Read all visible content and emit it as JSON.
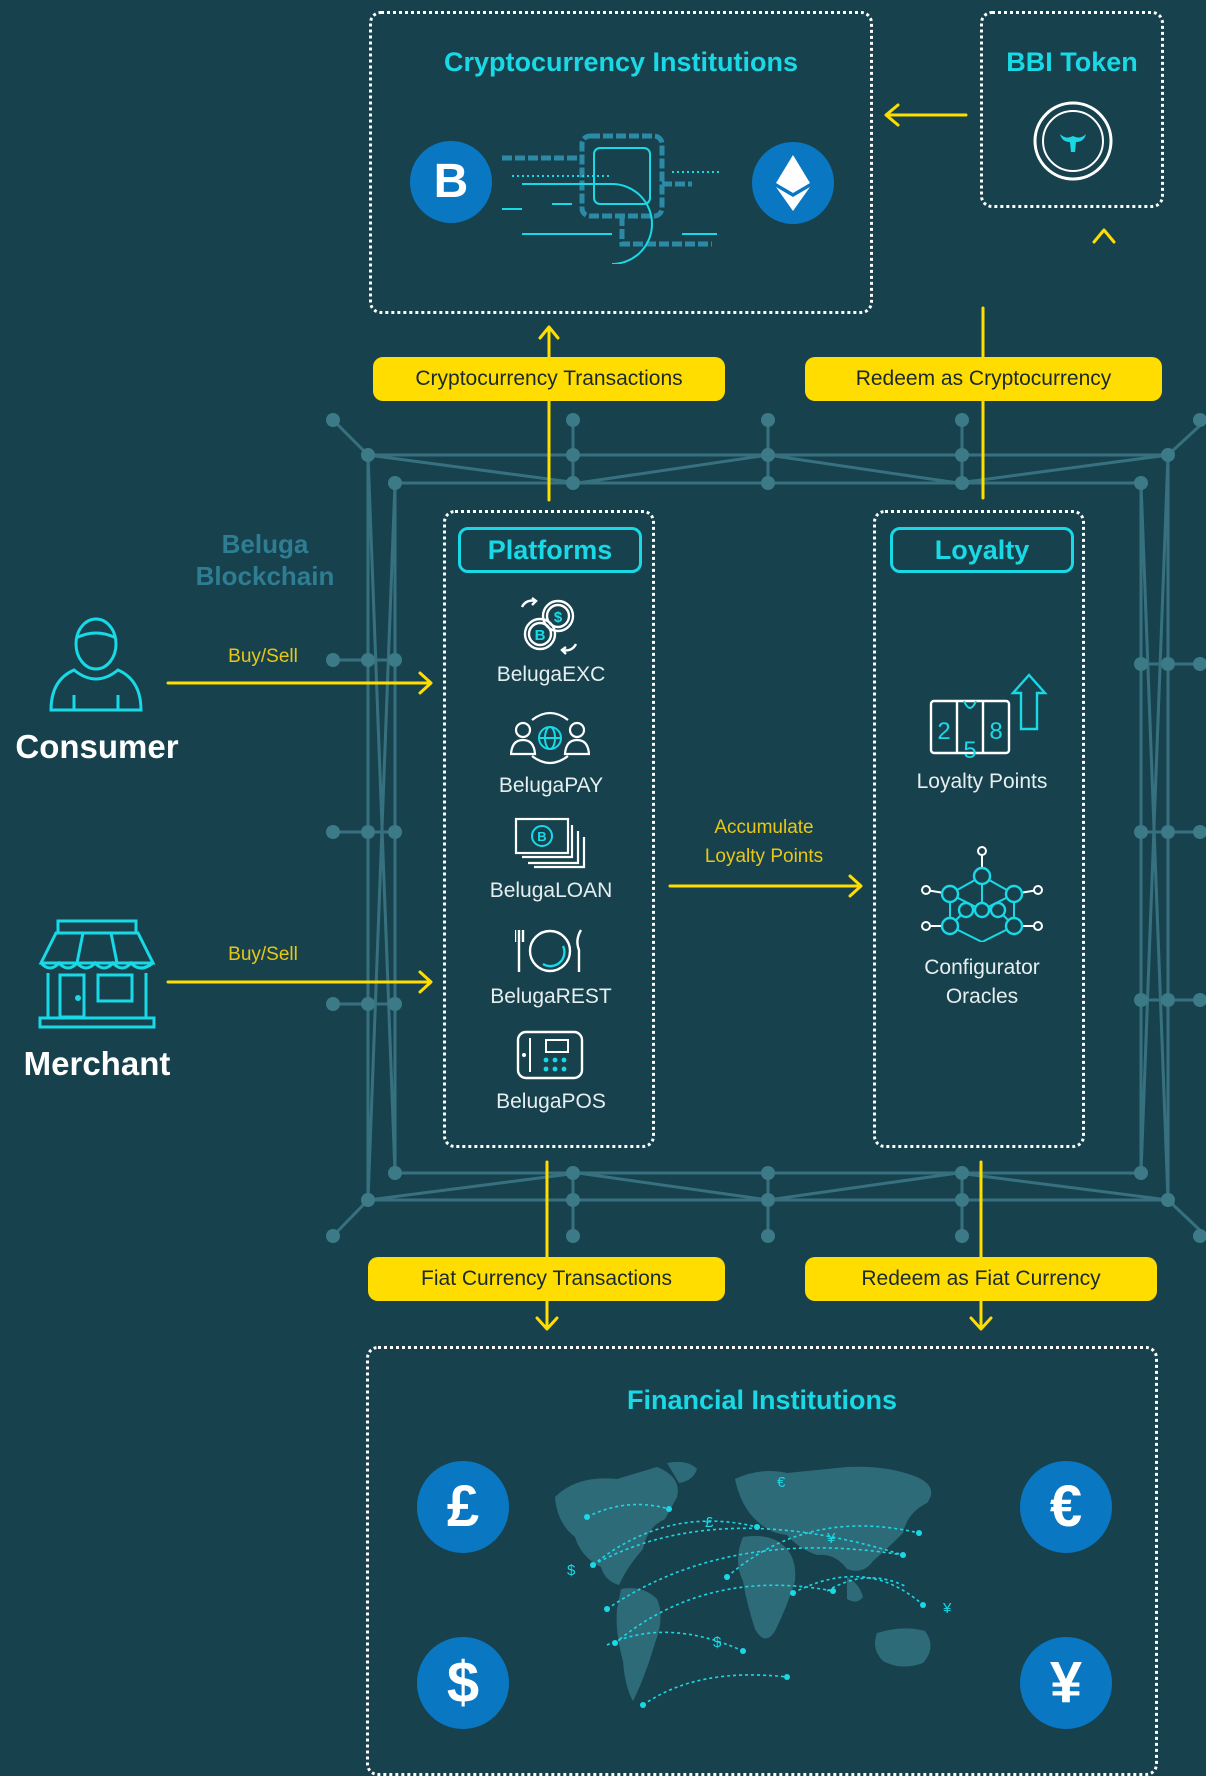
{
  "crypto_box": {
    "title": "Cryptocurrency Institutions"
  },
  "bbi_box": {
    "title": "BBI Token"
  },
  "financial_box": {
    "title": "Financial Institutions"
  },
  "blockchain_label": {
    "line1": "Beluga",
    "line2": "Blockchain"
  },
  "pills": {
    "crypto_tx": "Cryptocurrency Transactions",
    "redeem_crypto": "Redeem as Cryptocurrency",
    "fiat_tx": "Fiat Currency Transactions",
    "redeem_fiat": "Redeem as Fiat Currency"
  },
  "platforms": {
    "title": "Platforms",
    "items": [
      {
        "label": "BelugaEXC",
        "icon": "exchange-coins-icon"
      },
      {
        "label": "BelugaPAY",
        "icon": "people-globe-icon"
      },
      {
        "label": "BelugaLOAN",
        "icon": "banknotes-icon"
      },
      {
        "label": "BelugaREST",
        "icon": "plate-cutlery-icon"
      },
      {
        "label": "BelugaPOS",
        "icon": "pos-terminal-icon"
      }
    ]
  },
  "loyalty": {
    "title": "Loyalty",
    "points_label": "Loyalty Points",
    "oracles_line1": "Configurator",
    "oracles_line2": "Oracles",
    "counter_digits": [
      "2",
      "5",
      "8"
    ]
  },
  "actors": {
    "consumer": "Consumer",
    "merchant": "Merchant",
    "consumer_action": "Buy/Sell",
    "merchant_action": "Buy/Sell"
  },
  "accumulate": {
    "line1": "Accumulate",
    "line2": "Loyalty Points"
  },
  "coins": {
    "bitcoin": "B",
    "pound": "£",
    "euro": "€",
    "dollar": "$",
    "yen": "¥"
  },
  "map_symbols": {
    "euro": "€",
    "pound": "£",
    "yen": "¥",
    "dollar": "$"
  },
  "colors": {
    "background": "#17424d",
    "accent": "#19d9e6",
    "highlight": "#ffdd00",
    "coin": "#0a77c2",
    "grid": "#3d7a88"
  }
}
